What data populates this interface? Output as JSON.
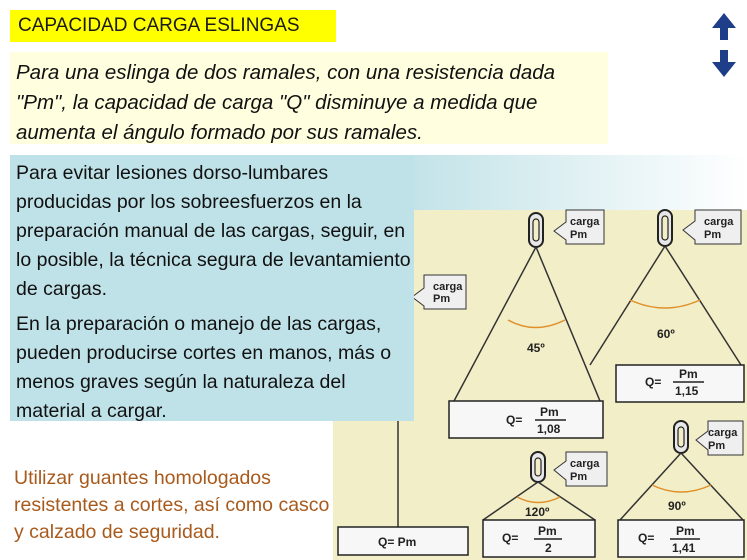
{
  "title": "CAPACIDAD CARGA ESLINGAS",
  "intro_text": "Para una eslinga de dos ramales, con una resistencia dada \"Pm\", la capacidad de carga \"Q\" disminuye a medida que aumenta el ángulo formado por sus ramales.",
  "injury_text_1": "Para evitar lesiones dorso-lumbares producidas por los sobreesfuerzos en la preparación manual de las cargas, seguir, en lo posible, la técnica segura de levantamiento de cargas.",
  "injury_text_2": "En la preparación o manejo de las cargas, pueden producirse cortes en manos, más o menos graves según la naturaleza del material a cargar.",
  "safety_text": "Utilizar guantes homologados resistentes a cortes, así como casco y calzado de seguridad.",
  "diagram": {
    "tag": "carga Pm",
    "tag_word": "carga",
    "tag_unit": "Pm",
    "straight_formula": "Q= Pm",
    "slings": [
      {
        "angle": "45º",
        "numerator": "Pm",
        "denominator": "1,08"
      },
      {
        "angle": "60º",
        "numerator": "Pm",
        "denominator": "1,15"
      },
      {
        "angle": "120º",
        "numerator": "Pm",
        "denominator": "2"
      },
      {
        "angle": "90º",
        "numerator": "Pm",
        "denominator": "1,41"
      }
    ],
    "q_label": "Q="
  },
  "nav": {
    "up_icon": "arrow-up-icon",
    "down_icon": "arrow-down-icon"
  },
  "colors": {
    "title_bg": "#ffff00",
    "intro_bg": "#ffffe0",
    "panel_bg": "#bfe2e8",
    "diagram_bg": "#f2eec8",
    "safety_text": "#a85a1c",
    "nav_arrow": "#1f3e8a"
  }
}
